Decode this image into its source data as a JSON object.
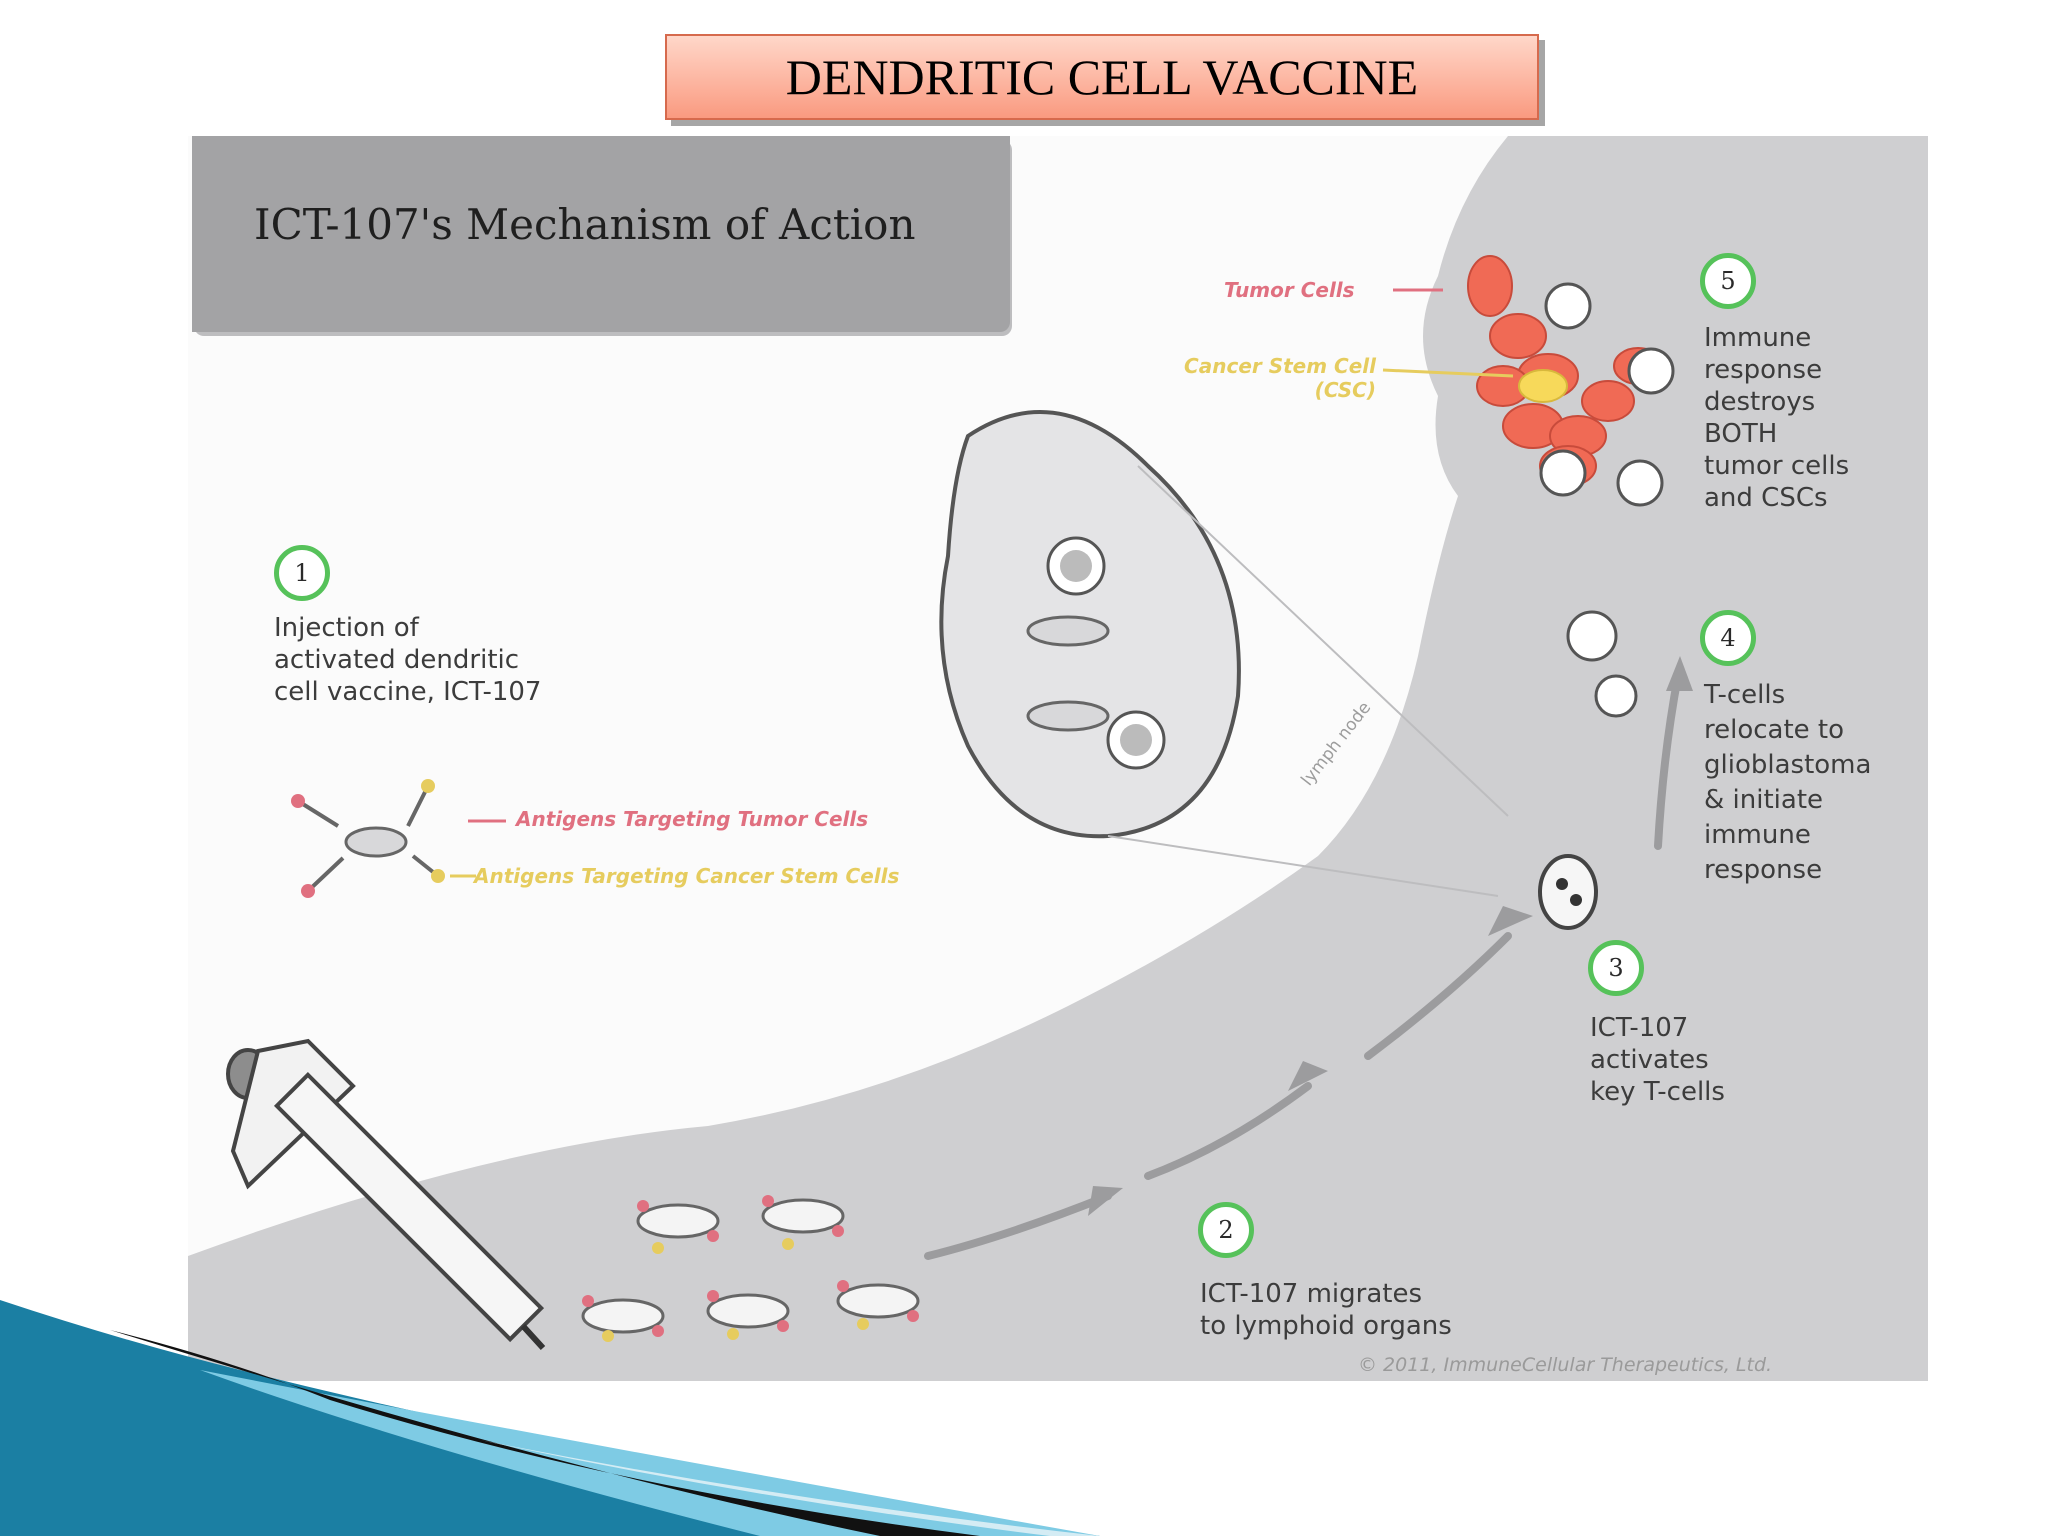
{
  "slide": {
    "title": "DENDRITIC CELL VACCINE"
  },
  "diagram": {
    "header": "ICT-107's Mechanism of Action",
    "steps": [
      {
        "number": "1",
        "text": "Injection of\nactivated dendritic\ncell vaccine, ICT-107"
      },
      {
        "number": "2",
        "text": "ICT-107 migrates\nto lymphoid organs"
      },
      {
        "number": "3",
        "text": "ICT-107\nactivates\nkey T-cells"
      },
      {
        "number": "4",
        "text": "T-cells\nrelocate to\nglioblastoma\n& initiate\nimmune\nresponse"
      },
      {
        "number": "5",
        "text": "Immune\nresponse\ndestroys\nBOTH\ntumor cells\nand CSCs"
      }
    ],
    "labels": {
      "antigens_tumor": "Antigens Targeting Tumor Cells",
      "antigens_csc": "Antigens Targeting Cancer Stem Cells",
      "tumor_cells": "Tumor Cells",
      "cancer_stem_cell": "Cancer Stem Cell\n(CSC)",
      "lymph_node": "lymph node"
    },
    "copyright": "© 2011, ImmuneCellular Therapeutics, Ltd."
  },
  "colors": {
    "title_fill": "#fa9a80",
    "badge_ring": "#56c25a",
    "tumor_label": "#e07080",
    "csc_label": "#e6cc5e",
    "tumor_cells": "#f06a55",
    "background_shape": "#cfcfd1"
  }
}
